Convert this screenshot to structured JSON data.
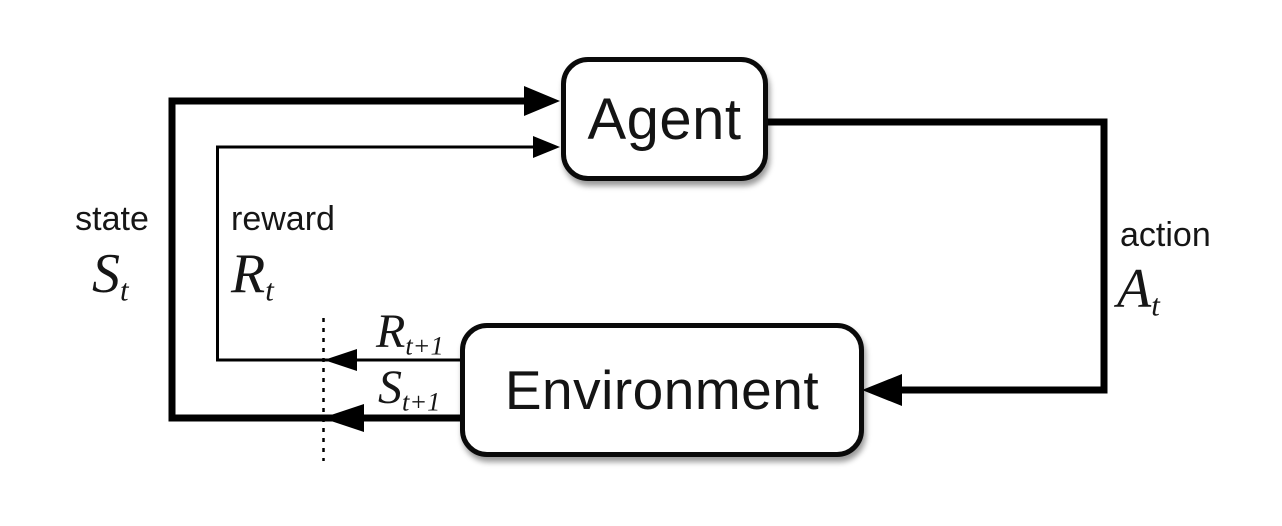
{
  "nodes": {
    "agent": "Agent",
    "environment": "Environment"
  },
  "labels": {
    "state": {
      "word": "state",
      "symbol": "S",
      "sub": "t"
    },
    "reward": {
      "word": "reward",
      "symbol": "R",
      "sub": "t"
    },
    "action": {
      "word": "action",
      "symbol": "A",
      "sub": "t"
    },
    "next_reward": {
      "symbol": "R",
      "sub": "t+1"
    },
    "next_state": {
      "symbol": "S",
      "sub": "t+1"
    }
  },
  "colors": {
    "line": "#000000",
    "box_border": "#0a0a0a",
    "background": "#ffffff",
    "text": "#161616"
  }
}
